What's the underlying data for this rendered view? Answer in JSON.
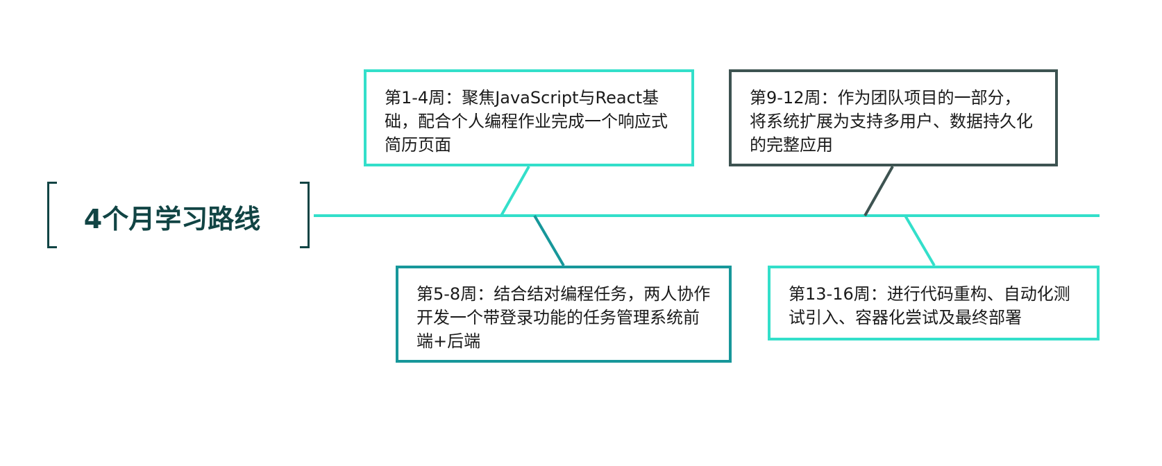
{
  "diagram": {
    "title": "4个月学习路线",
    "colors": {
      "axis": "#33dfca",
      "bracket": "#114444",
      "title": "#114444"
    },
    "events": [
      {
        "text": "第1-4周：聚焦JavaScript与React基础，配合个人编程作业完成一个响应式简历页面",
        "color": "#33dfca",
        "position": "above"
      },
      {
        "text": "第5-8周：结合结对编程任务，两人协作开发一个带登录功能的任务管理系统前端+后端",
        "color": "#17979a",
        "position": "below"
      },
      {
        "text": "第9-12周：作为团队项目的一部分，将系统扩展为支持多用户、数据持久化的完整应用",
        "color": "#3d5351",
        "position": "above"
      },
      {
        "text": "第13-16周：进行代码重构、自动化测试引入、容器化尝试及最终部署",
        "color": "#33dfca",
        "position": "below"
      }
    ]
  }
}
